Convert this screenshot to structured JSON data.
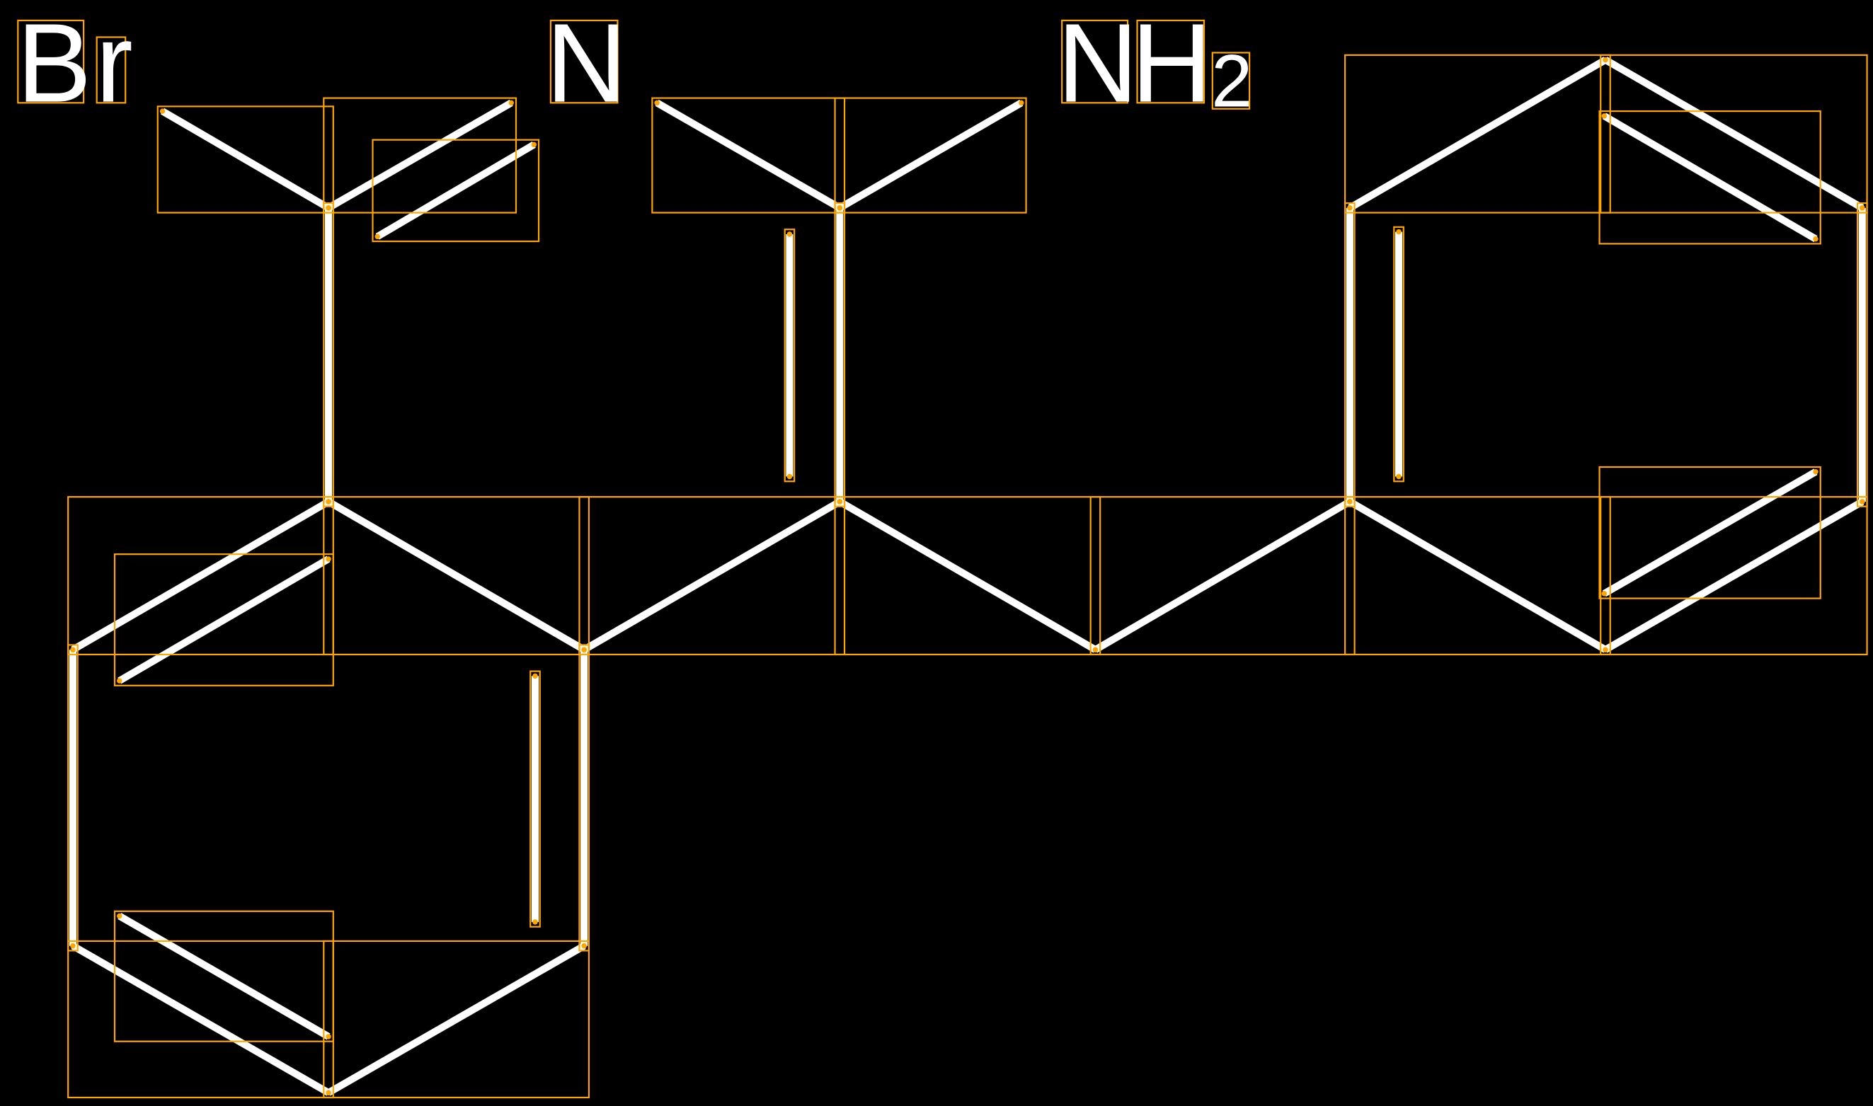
{
  "diagram": {
    "type": "chemical-structure-annotation",
    "background_color": "#000000",
    "bond_color": "#FFFFFF",
    "box_color": "#FFA500",
    "atom_labels": [
      {
        "name": "bromine",
        "chars": [
          "B",
          "r"
        ]
      },
      {
        "name": "nitrogen",
        "chars": [
          "N"
        ]
      },
      {
        "name": "amine",
        "chars": [
          "N",
          "H",
          "2"
        ]
      }
    ]
  }
}
